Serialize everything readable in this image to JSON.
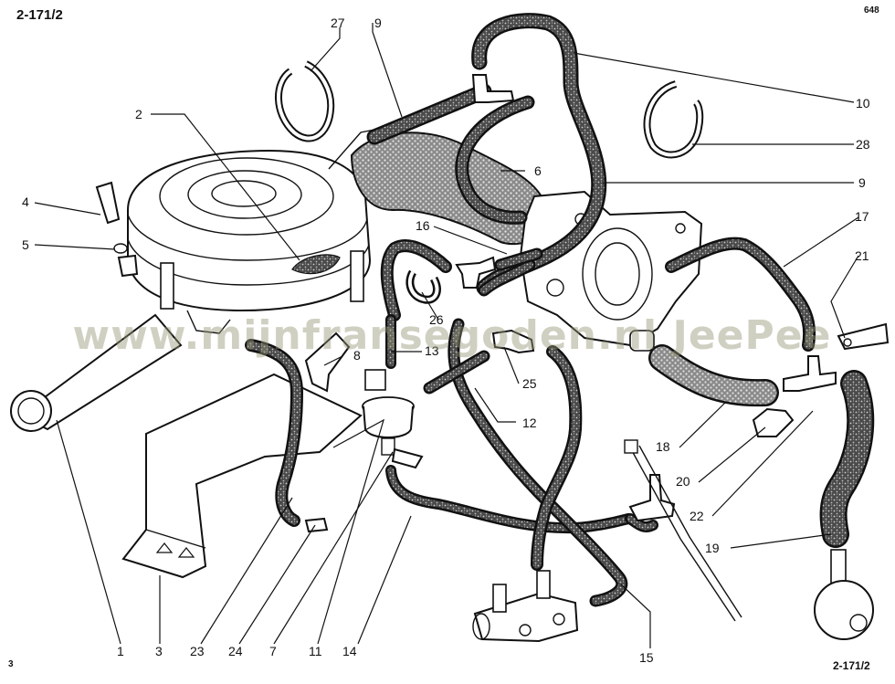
{
  "page": {
    "code_top_left": "2-171/2",
    "code_top_right": "648",
    "code_bottom_right": "2-171/2",
    "code_bottom_left": "3",
    "watermark": "www.mijnfransegoden.nl JeePee"
  },
  "callouts": [
    {
      "id": "1",
      "text": "1"
    },
    {
      "id": "2",
      "text": "2"
    },
    {
      "id": "3",
      "text": "3"
    },
    {
      "id": "4",
      "text": "4"
    },
    {
      "id": "5",
      "text": "5"
    },
    {
      "id": "6",
      "text": "6"
    },
    {
      "id": "7",
      "text": "7"
    },
    {
      "id": "8",
      "text": "8"
    },
    {
      "id": "9a",
      "text": "9"
    },
    {
      "id": "9b",
      "text": "9"
    },
    {
      "id": "10",
      "text": "10"
    },
    {
      "id": "11",
      "text": "11"
    },
    {
      "id": "12",
      "text": "12"
    },
    {
      "id": "13",
      "text": "13"
    },
    {
      "id": "14",
      "text": "14"
    },
    {
      "id": "15",
      "text": "15"
    },
    {
      "id": "16",
      "text": "16"
    },
    {
      "id": "17",
      "text": "17"
    },
    {
      "id": "18",
      "text": "18"
    },
    {
      "id": "19",
      "text": "19"
    },
    {
      "id": "20",
      "text": "20"
    },
    {
      "id": "21",
      "text": "21"
    },
    {
      "id": "22",
      "text": "22"
    },
    {
      "id": "23",
      "text": "23"
    },
    {
      "id": "24",
      "text": "24"
    },
    {
      "id": "25",
      "text": "25"
    },
    {
      "id": "26",
      "text": "26"
    },
    {
      "id": "27",
      "text": "27"
    },
    {
      "id": "28",
      "text": "28"
    }
  ]
}
